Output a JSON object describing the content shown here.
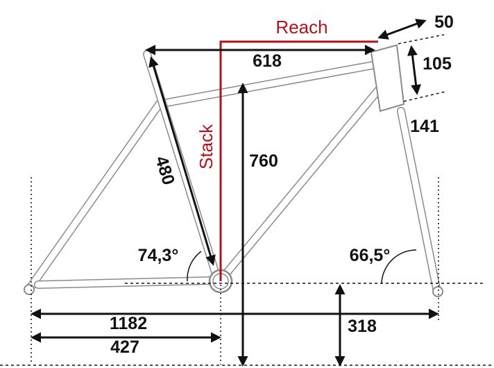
{
  "labels": {
    "reach": "Reach",
    "stack": "Stack",
    "head_tube_offset": "50",
    "top_tube": "618",
    "head_tube_length": "105",
    "fork_length": "141",
    "stack_height": "760",
    "seat_tube": "480",
    "seat_angle": "74,3°",
    "head_angle": "66,5°",
    "wheelbase": "1182",
    "chainstay": "427",
    "bb_height": "318"
  },
  "colors": {
    "reach_stack": "#b0121b",
    "frame": "#8a8a8a",
    "dimension": "#111111"
  }
}
